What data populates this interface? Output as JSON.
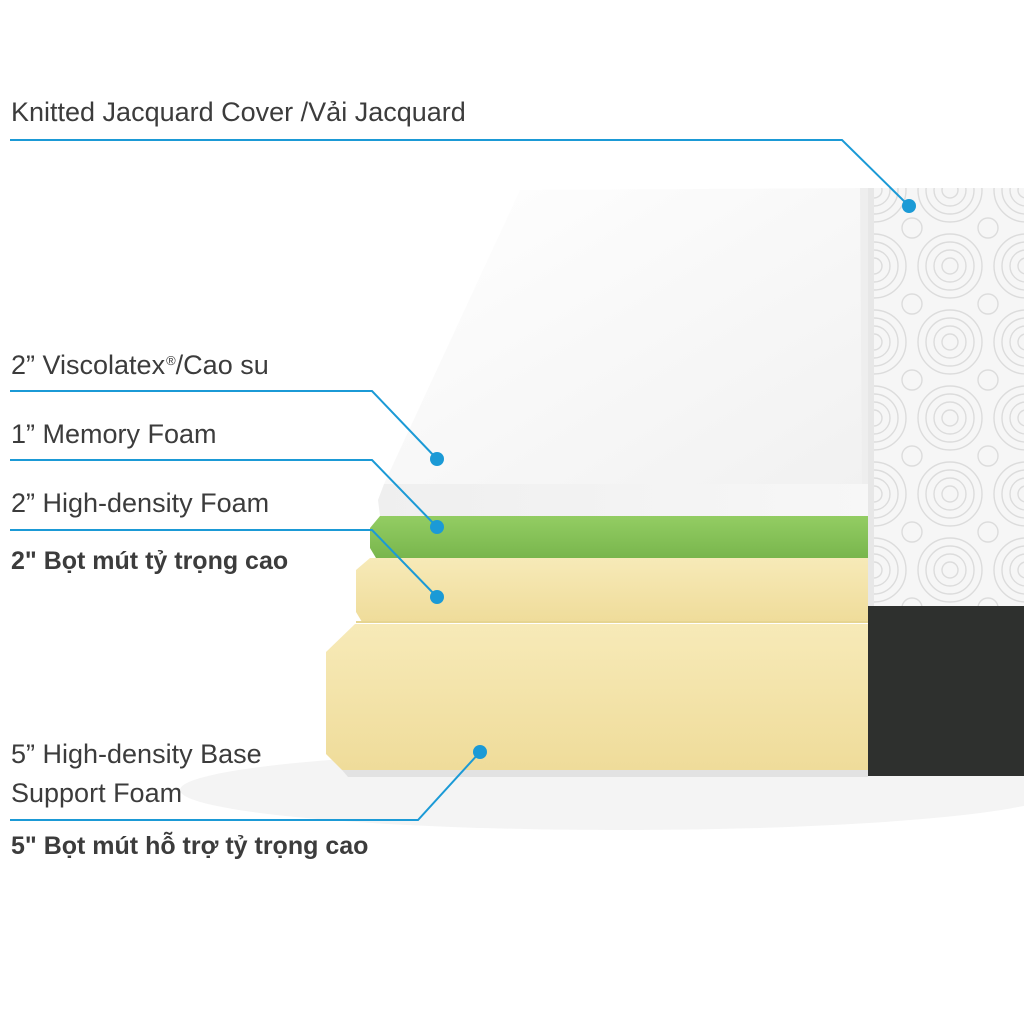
{
  "labels": {
    "cover": {
      "text": "Knitted Jacquard Cover",
      "sep": " /",
      "vi": "Vải Jacquard"
    },
    "viscolatex": {
      "prefix": "2” Viscolatex",
      "mark": "®",
      "vi": "/Cao su"
    },
    "memory": {
      "text": "1” Memory Foam"
    },
    "high_density": {
      "text": "2” High-density Foam",
      "vi": "2\" Bọt mút tỷ trọng cao"
    },
    "base": {
      "line1": "5” High-density Base",
      "line2": "Support Foam",
      "vi": "5\" Bọt mút hỗ trợ tỷ trọng cao"
    }
  },
  "colors": {
    "leader": "#1b9ad6",
    "text": "#3c3c3c",
    "cover_top": "#fafafa",
    "memory": "#e4e4e4",
    "green": "#8cc75e",
    "yellow": "#f3e3a7",
    "base_side": "#2e302e"
  }
}
